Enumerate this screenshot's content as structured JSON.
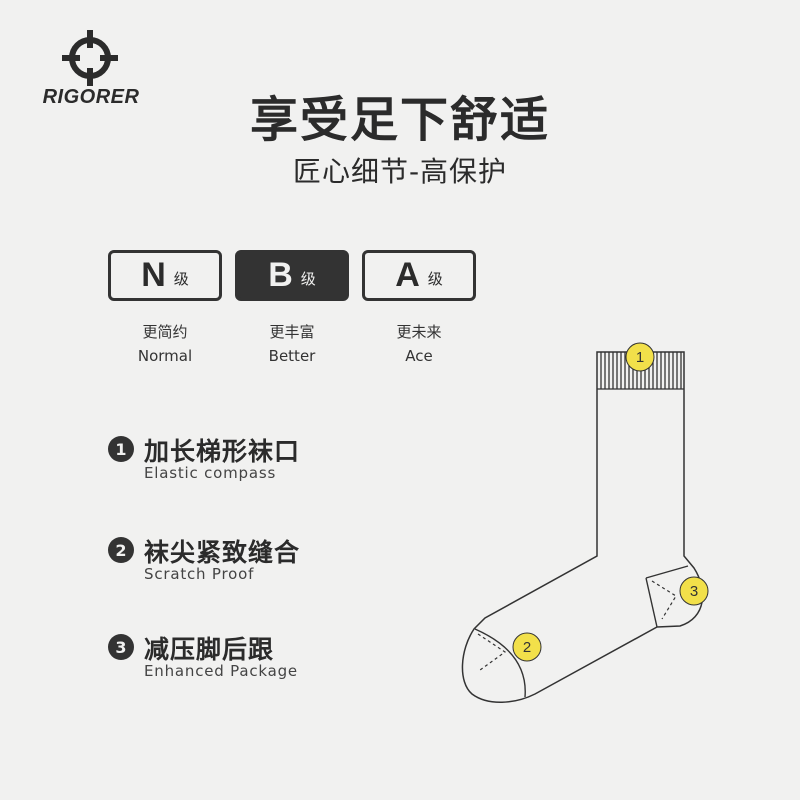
{
  "brand": {
    "name": "RIGORER"
  },
  "header": {
    "title": "享受足下舒适",
    "subtitle": "匠心细节-高保护"
  },
  "grades": [
    {
      "letter": "N",
      "suffix": "级",
      "zh": "更简约",
      "en": "Normal",
      "active": false
    },
    {
      "letter": "B",
      "suffix": "级",
      "zh": "更丰富",
      "en": "Better",
      "active": true
    },
    {
      "letter": "A",
      "suffix": "级",
      "zh": "更未来",
      "en": "Ace",
      "active": false
    }
  ],
  "features": [
    {
      "num": "1",
      "zh": "加长梯形袜口",
      "en": "Elastic  compass"
    },
    {
      "num": "2",
      "zh": "袜尖紧致缝合",
      "en": "Scratch Proof"
    },
    {
      "num": "3",
      "zh": "减压脚后跟",
      "en": "Enhanced Package"
    }
  ],
  "diagram_badges": [
    "1",
    "2",
    "3"
  ],
  "colors": {
    "background": "#f1f1f0",
    "dark": "#333333",
    "accent_yellow": "#f2e04a"
  }
}
